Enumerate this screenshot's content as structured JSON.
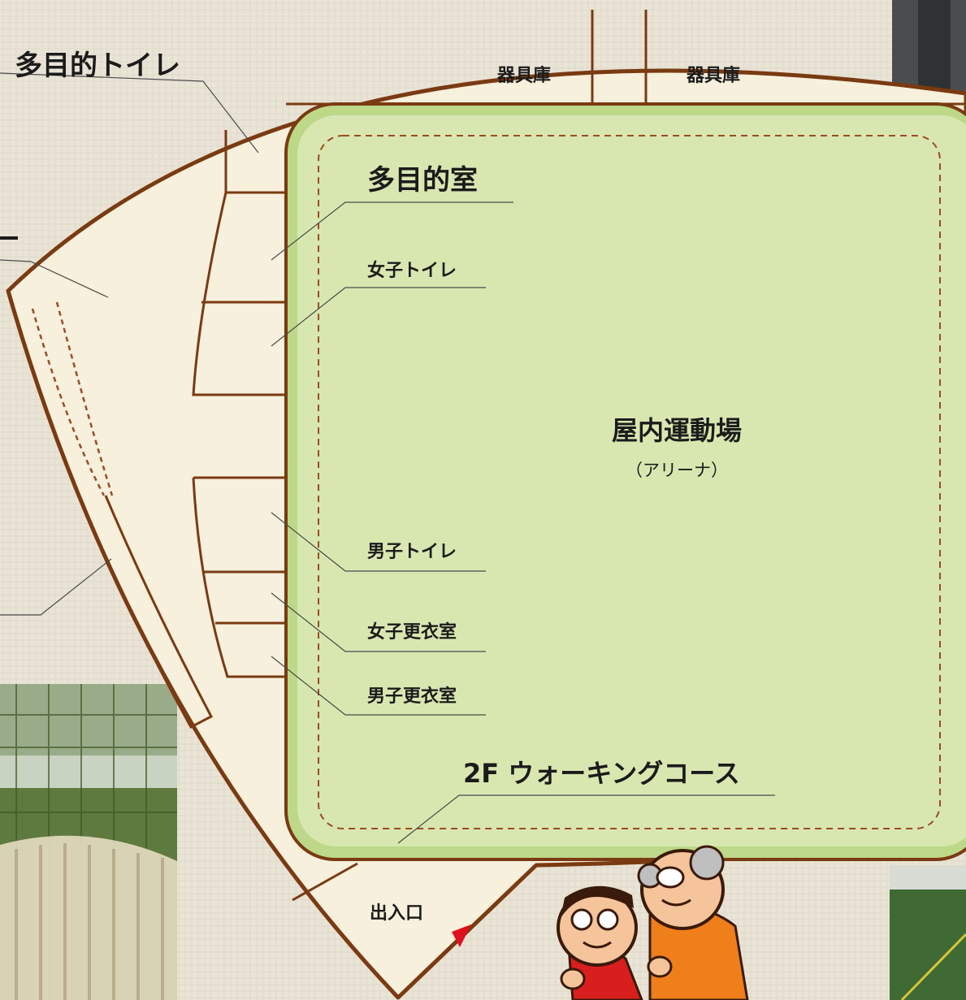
{
  "colors": {
    "background": "#e9e4d6",
    "building_fill": "#f6f0dc",
    "outline": "#7a3a12",
    "arena_fill": "#d8e7b0",
    "arena_border": "#bcd888",
    "dashed_course": "#9c4b24",
    "leader_line": "#4a4a4a",
    "entrance_arrow": "#e0101c"
  },
  "labels": {
    "multipurpose_toilet": "多目的トイレ",
    "storage_left": "器具庫",
    "storage_right": "器具庫",
    "multipurpose_room": "多目的室",
    "womens_toilet": "女子トイレ",
    "arena_title": "屋内運動場",
    "arena_subtitle": "（アリーナ）",
    "mens_toilet": "男子トイレ",
    "womens_locker": "女子更衣室",
    "mens_locker": "男子更衣室",
    "walking_course": "2F ウォーキングコース",
    "entrance": "出入口"
  },
  "photos": [
    "indoor-net-photo",
    "arena-corner-photo",
    "top-right-photo"
  ],
  "mascots": [
    "mascot-man-glasses-icon",
    "mascot-old-man-icon"
  ]
}
